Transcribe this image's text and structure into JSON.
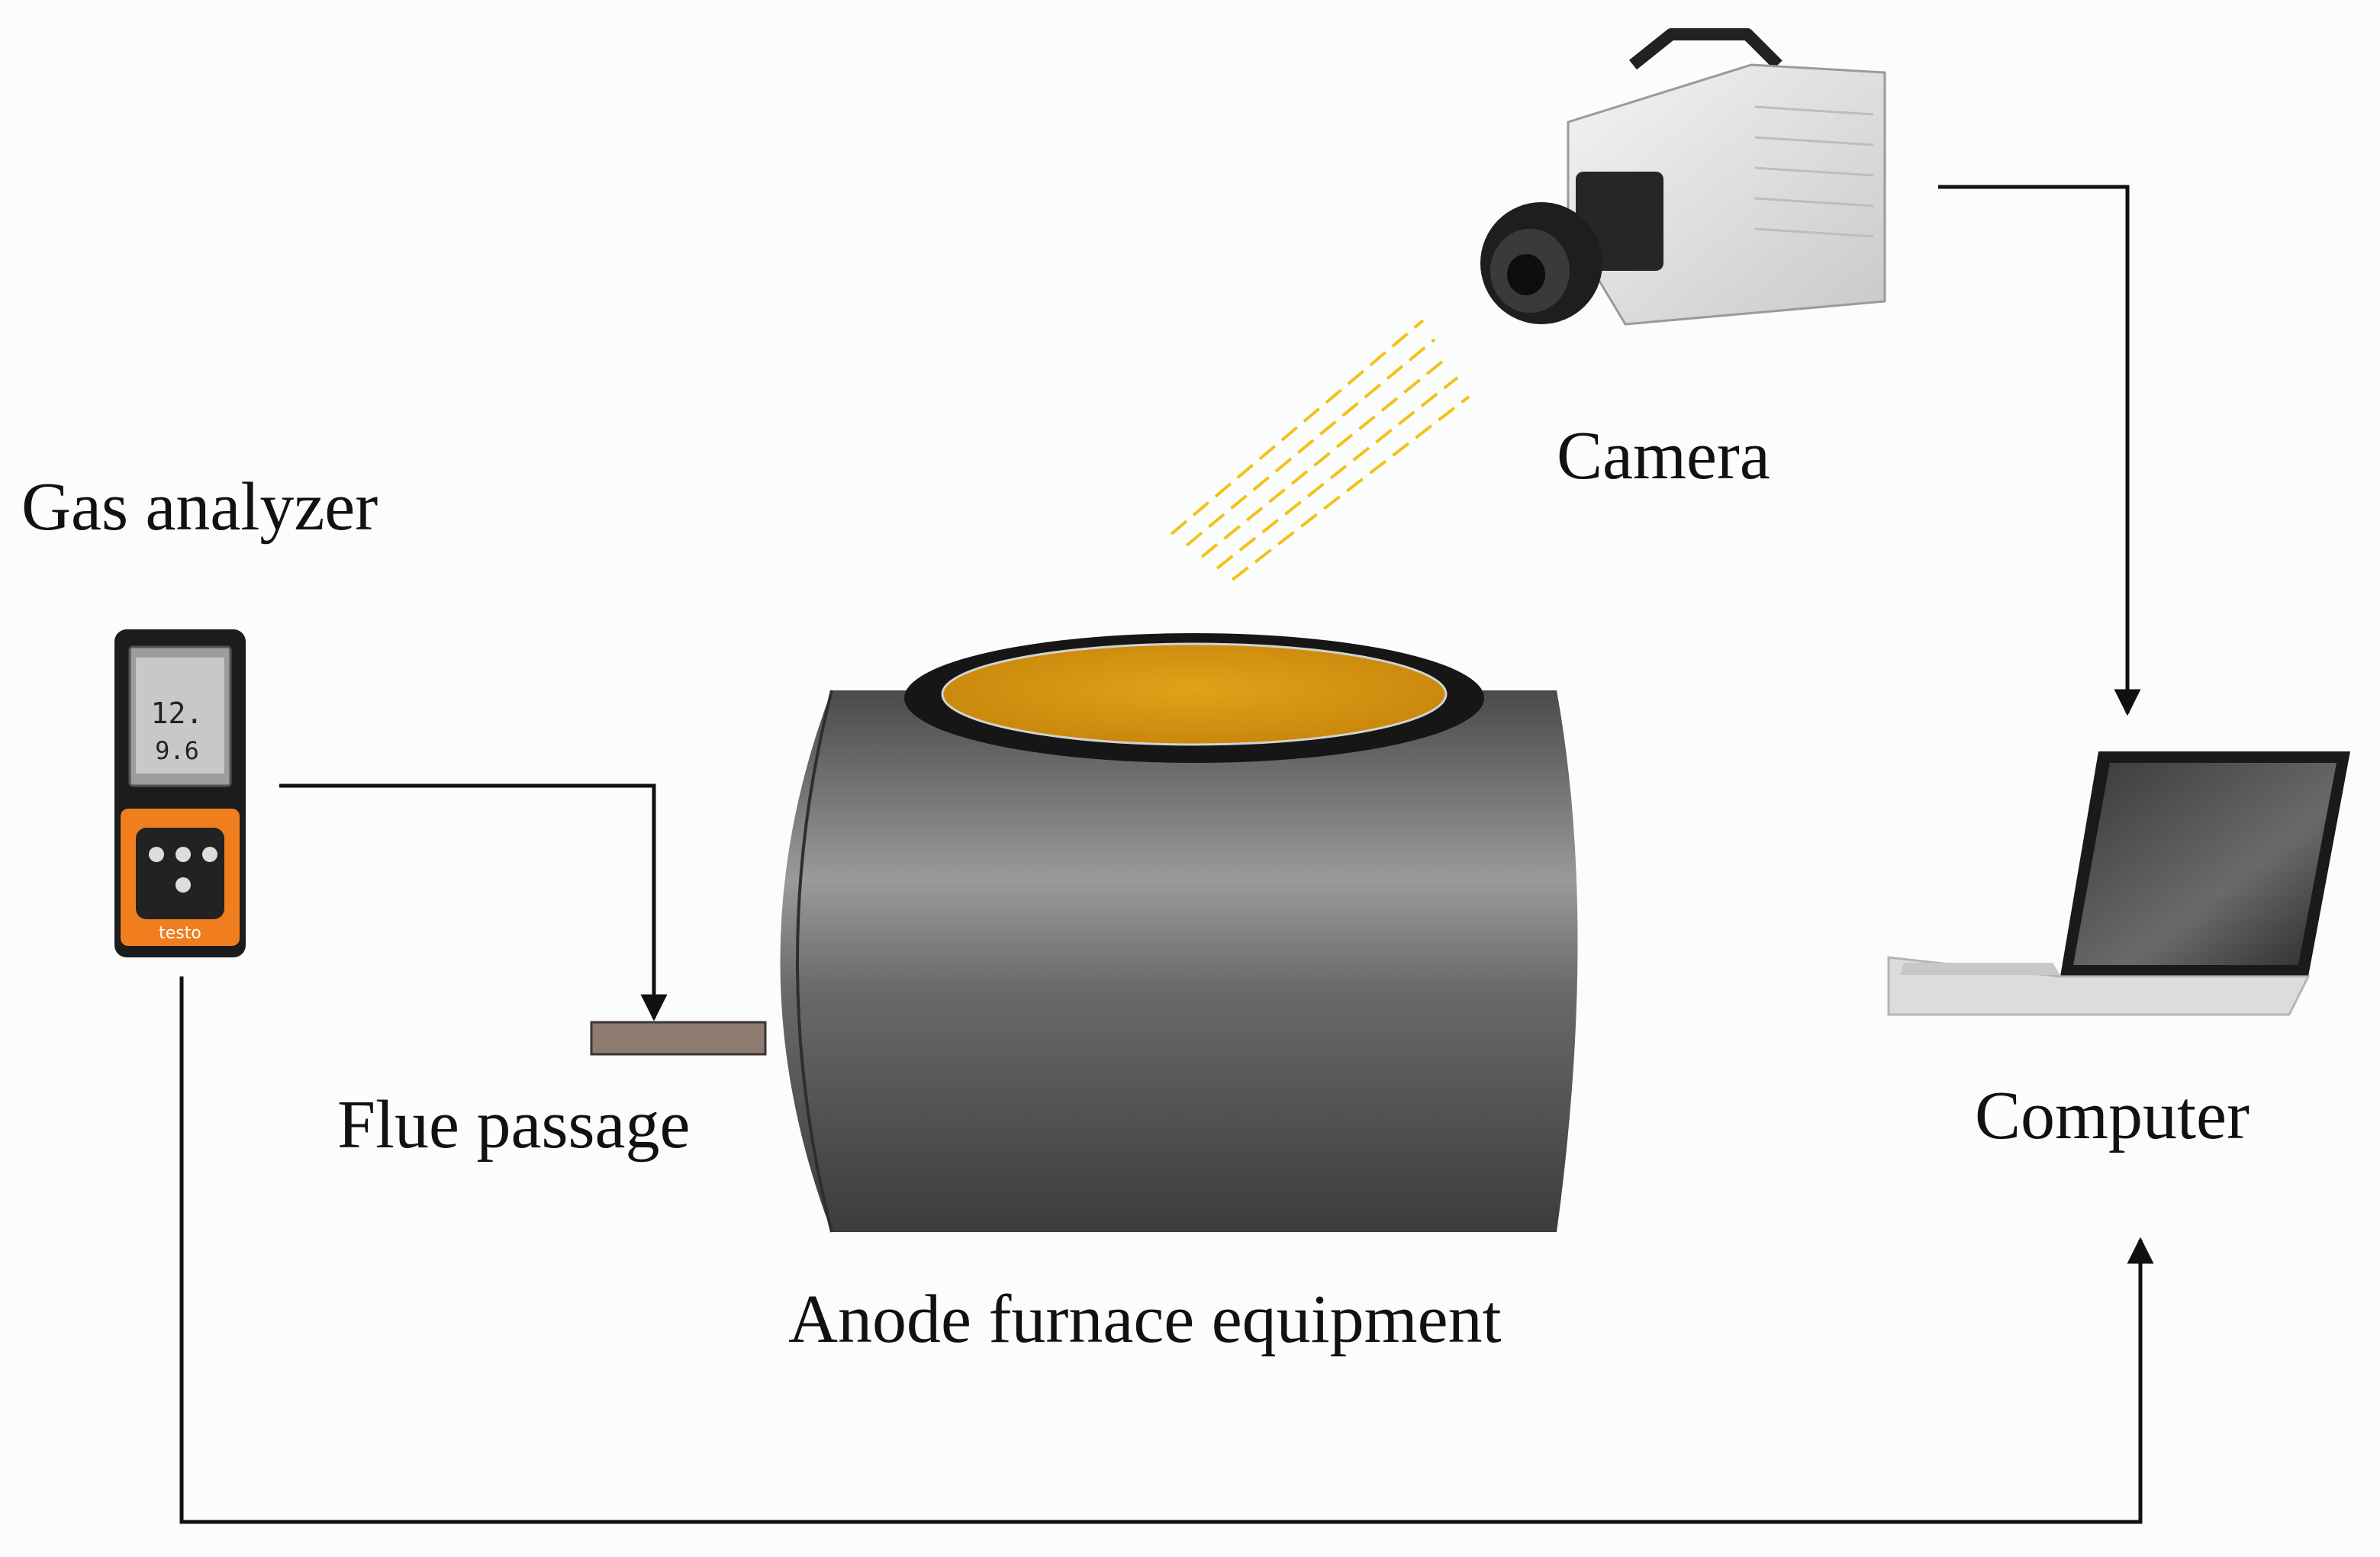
{
  "labels": {
    "gas_analyzer": "Gas analyzer",
    "camera": "Camera",
    "flue_passage": "Flue passage",
    "computer": "Computer",
    "furnace": "Anode furnace equipment"
  },
  "device_brand": "testo",
  "colors": {
    "background": "#fbfdfd",
    "line": "#111111",
    "furnace_body": "#5e5e5e",
    "molten_surface": "#d6960f",
    "light_rays": "#f2c21a",
    "flue": "#8d7b70",
    "analyzer_accent": "#f07d1e"
  },
  "icons": [
    "gas-analyzer-icon",
    "camera-icon",
    "laptop-icon",
    "furnace-icon"
  ]
}
